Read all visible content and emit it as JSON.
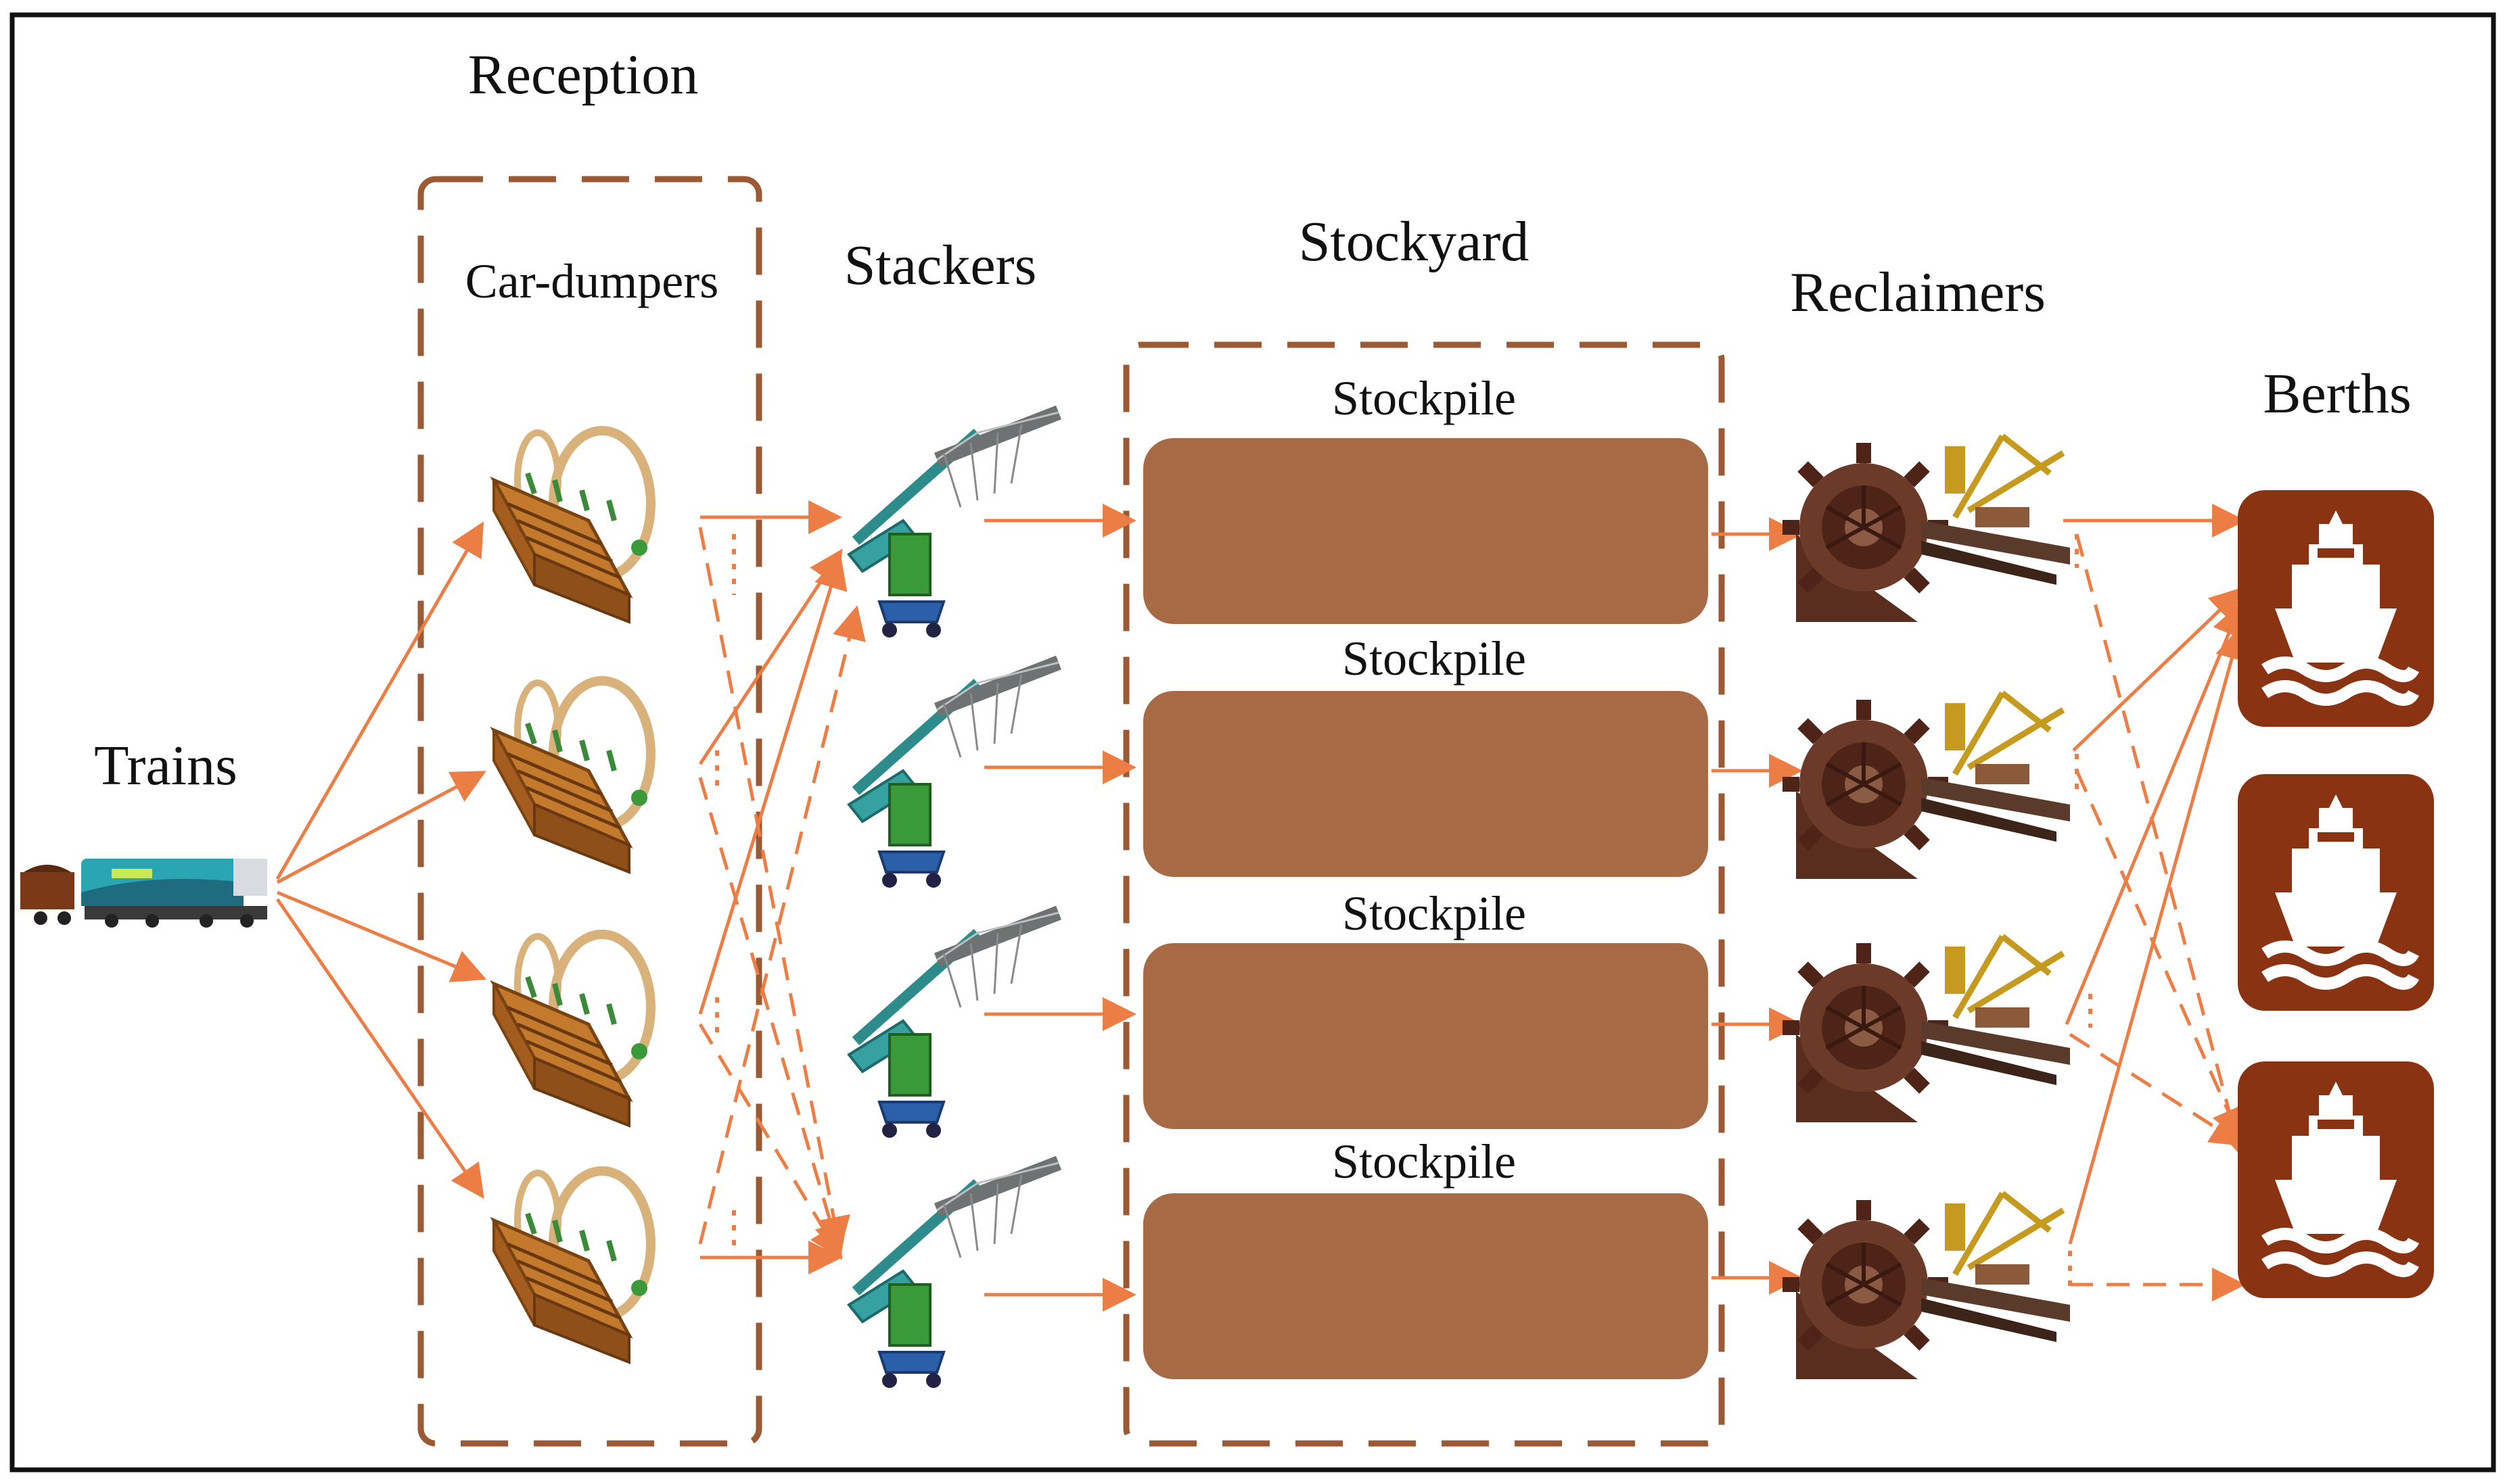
{
  "labels": {
    "trains": "Trains",
    "reception": "Reception",
    "car_dumpers": "Car-dumpers",
    "stackers": "Stackers",
    "stockyard": "Stockyard",
    "stockpiles": [
      "Stockpile",
      "Stockpile",
      "Stockpile",
      "Stockpile"
    ],
    "reclaimers": "Reclaimers",
    "berths": "Berths"
  },
  "counts": {
    "car_dumpers": 4,
    "stackers": 4,
    "stockpiles": 4,
    "reclaimers": 4,
    "berths": 3
  },
  "colors": {
    "frame": "#111111",
    "dashed_group": "#9c5a34",
    "arrow": "#ec7e45",
    "stockpile": "#a86945",
    "berth": "#8a3312",
    "reclaimer": "#6b3a28",
    "stacker_boom": "#2e8b8b",
    "stacker_base": "#3a9a3a",
    "dumper": "#c47a2c",
    "train_loco": "#2aa6b2"
  },
  "icons": {
    "train": "train-icon",
    "car_dumper": "car-dumper-icon",
    "stacker": "stacker-icon",
    "reclaimer": "bucket-wheel-reclaimer-icon",
    "berth": "ship-icon"
  }
}
